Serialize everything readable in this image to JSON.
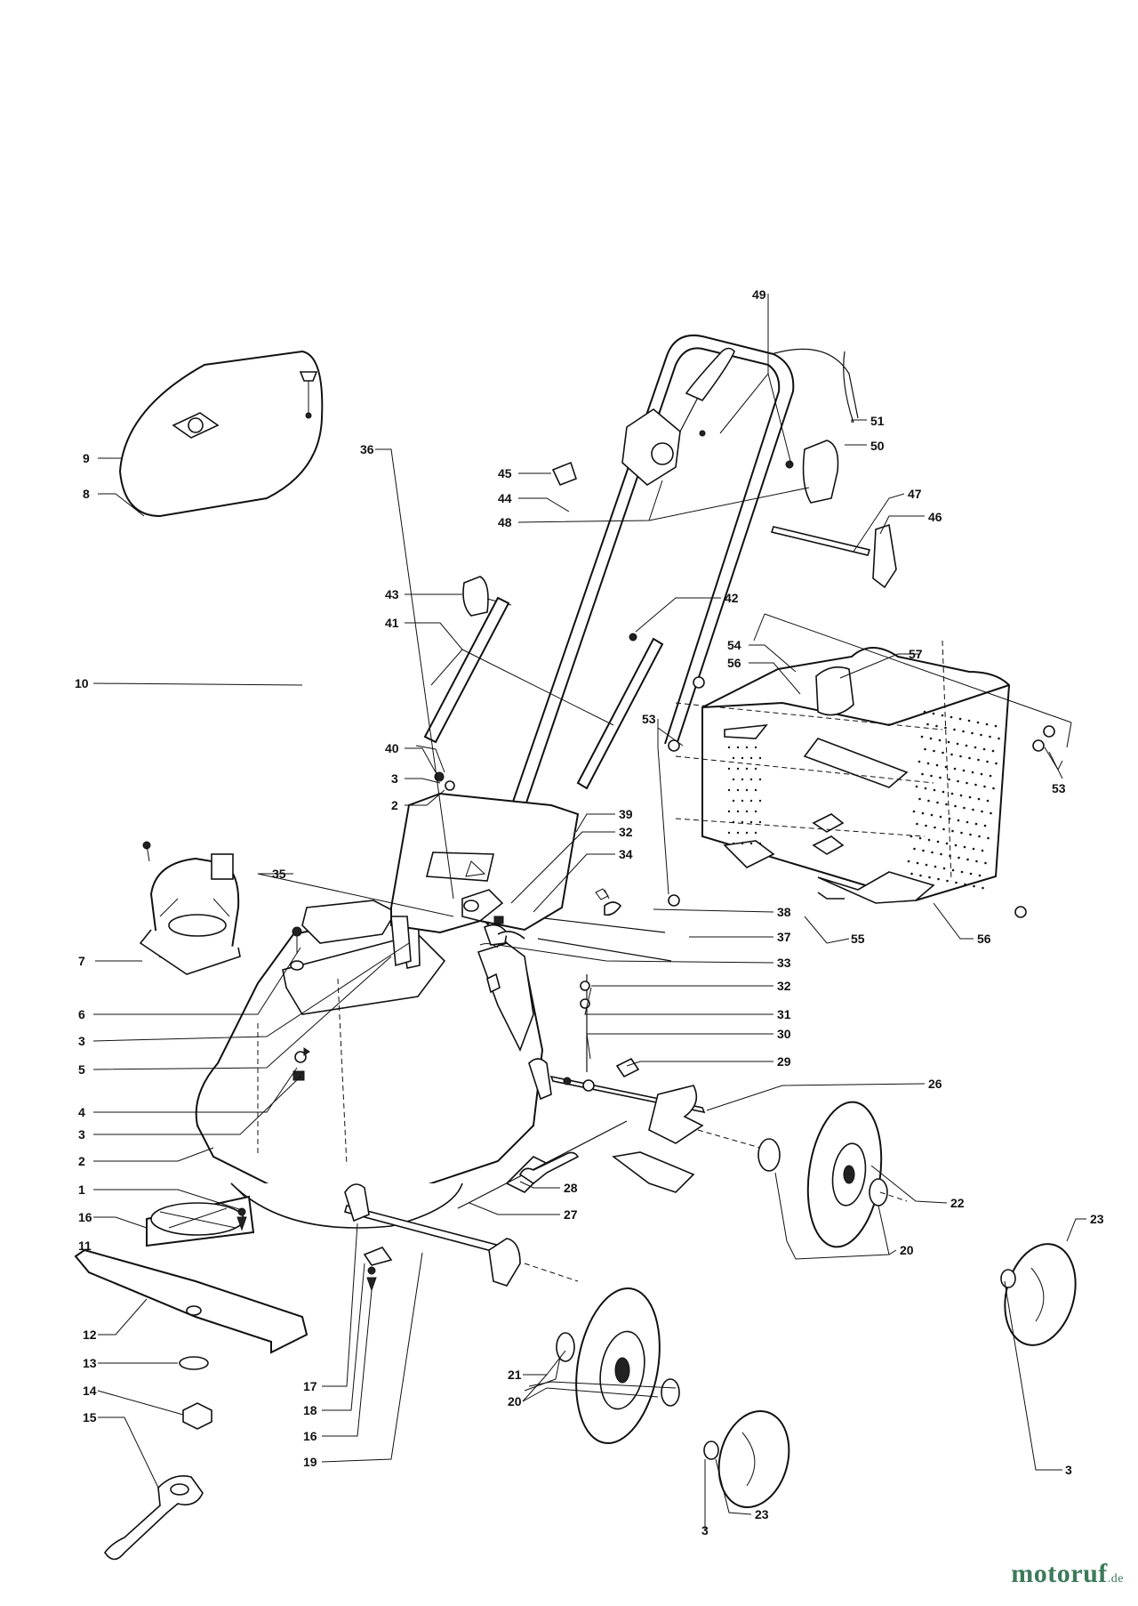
{
  "brand": {
    "name": "motoruf",
    "tld": ".de"
  },
  "callouts": [
    "49",
    "51",
    "50",
    "45",
    "44",
    "48",
    "47",
    "46",
    "43",
    "42",
    "41",
    "54",
    "56",
    "57",
    "10",
    "53",
    "40",
    "3",
    "2",
    "9",
    "36",
    "39",
    "32",
    "34",
    "8",
    "35",
    "38",
    "37",
    "55",
    "7",
    "33",
    "6",
    "32",
    "3",
    "5",
    "31",
    "4",
    "30",
    "3",
    "29",
    "26",
    "2",
    "1",
    "22",
    "16",
    "28",
    "11",
    "27",
    "20",
    "23",
    "12",
    "13",
    "21",
    "20",
    "23",
    "14",
    "15",
    "17",
    "18",
    "16",
    "19",
    "3",
    "3",
    "53",
    "56"
  ]
}
